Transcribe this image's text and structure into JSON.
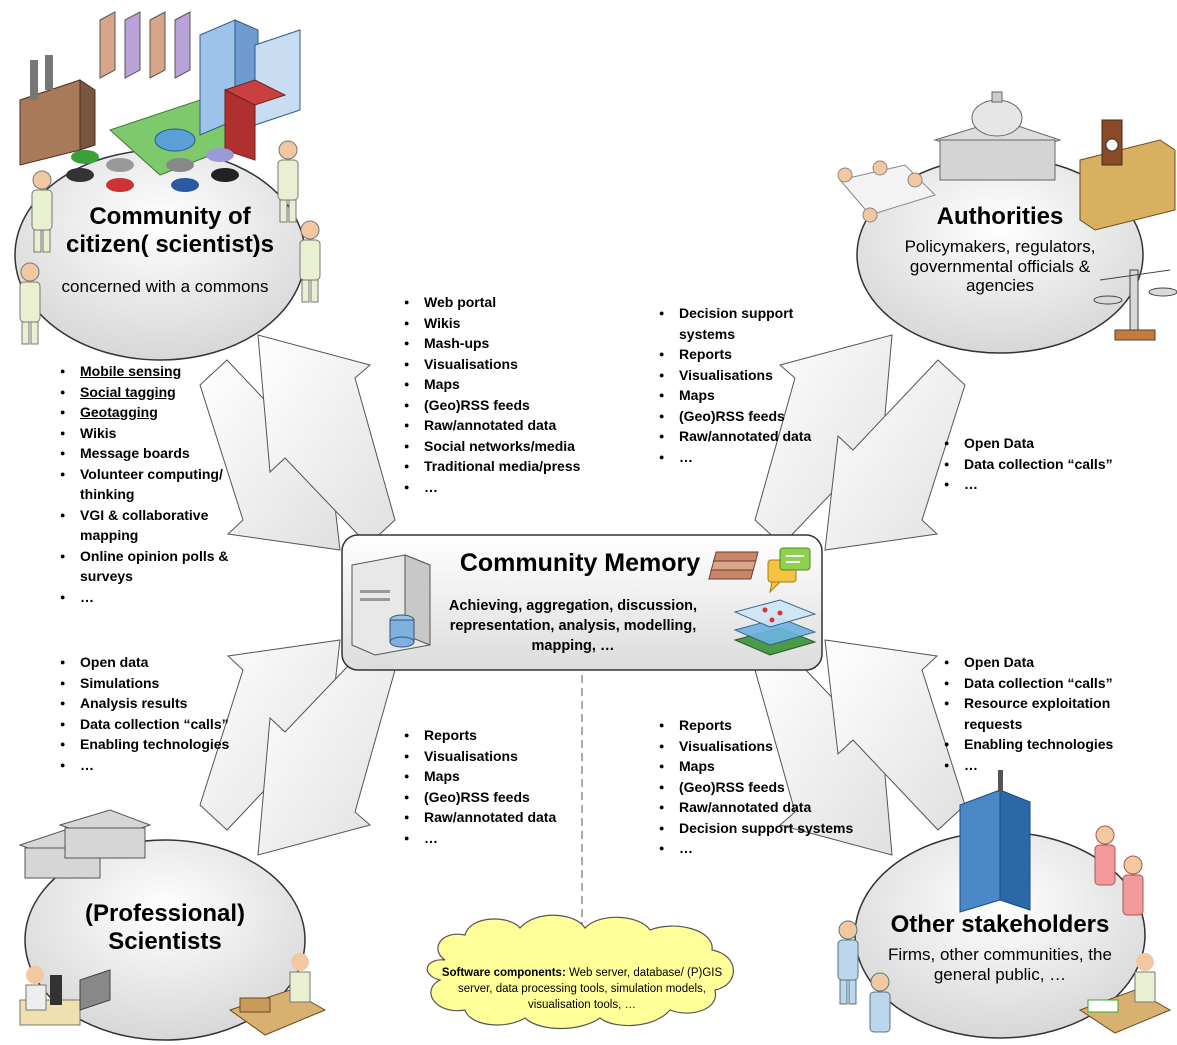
{
  "nodes": {
    "citizens": {
      "title": "Community of citizen( scientist)s",
      "subtitle": "concerned with a commons"
    },
    "authorities": {
      "title": "Authorities",
      "subtitle": "Policymakers, regulators, governmental officials & agencies"
    },
    "scientists": {
      "title": "(Professional) Scientists"
    },
    "stakeholders": {
      "title": "Other stakeholders",
      "subtitle": "Firms, other communities, the general public, …"
    },
    "memory": {
      "title": "Community Memory",
      "subtitle": "Achieving, aggregation, discussion, representation, analysis, modelling, mapping, …"
    }
  },
  "lists": {
    "citizens_to_memory": [
      "Mobile sensing",
      "Social tagging",
      "Geotagging",
      "Wikis",
      "Message boards",
      "Volunteer computing/ thinking",
      "VGI & collaborative mapping",
      "Online opinion polls & surveys",
      "…"
    ],
    "memory_to_citizens": [
      "Web portal",
      "Wikis",
      "Mash-ups",
      "Visualisations",
      "Maps",
      "(Geo)RSS feeds",
      "Raw/annotated data",
      "Social networks/media",
      "Traditional media/press",
      "…"
    ],
    "memory_to_authorities": [
      "Decision support systems",
      "Reports",
      "Visualisations",
      "Maps",
      "(Geo)RSS feeds",
      "Raw/annotated data",
      "…"
    ],
    "authorities_to_memory": [
      "Open Data",
      "Data collection “calls”",
      "…"
    ],
    "scientists_to_memory": [
      "Open data",
      "Simulations",
      "Analysis results",
      "Data collection “calls”",
      "Enabling technologies",
      "…"
    ],
    "memory_to_scientists": [
      "Reports",
      "Visualisations",
      "Maps",
      "(Geo)RSS feeds",
      "Raw/annotated data",
      "…"
    ],
    "memory_to_stakeholders": [
      "Reports",
      "Visualisations",
      "Maps",
      "(Geo)RSS feeds",
      "Raw/annotated data",
      "Decision support systems",
      "…"
    ],
    "stakeholders_to_memory": [
      "Open Data",
      "Data collection “calls”",
      "Resource exploitation requests",
      "Enabling technologies",
      "…"
    ]
  },
  "underlined_items": [
    "Mobile sensing",
    "Social tagging",
    "Geotagging"
  ],
  "software": {
    "label": "Software components:",
    "text": " Web server, database/ (P)GIS server, data processing tools, simulation models, visualisation tools, …"
  },
  "colors": {
    "node_fill": "#e9e9e9",
    "memory_fill": "#eeeeee",
    "cloud_fill": "#ffff99",
    "arrow_fill": "#ededed"
  }
}
